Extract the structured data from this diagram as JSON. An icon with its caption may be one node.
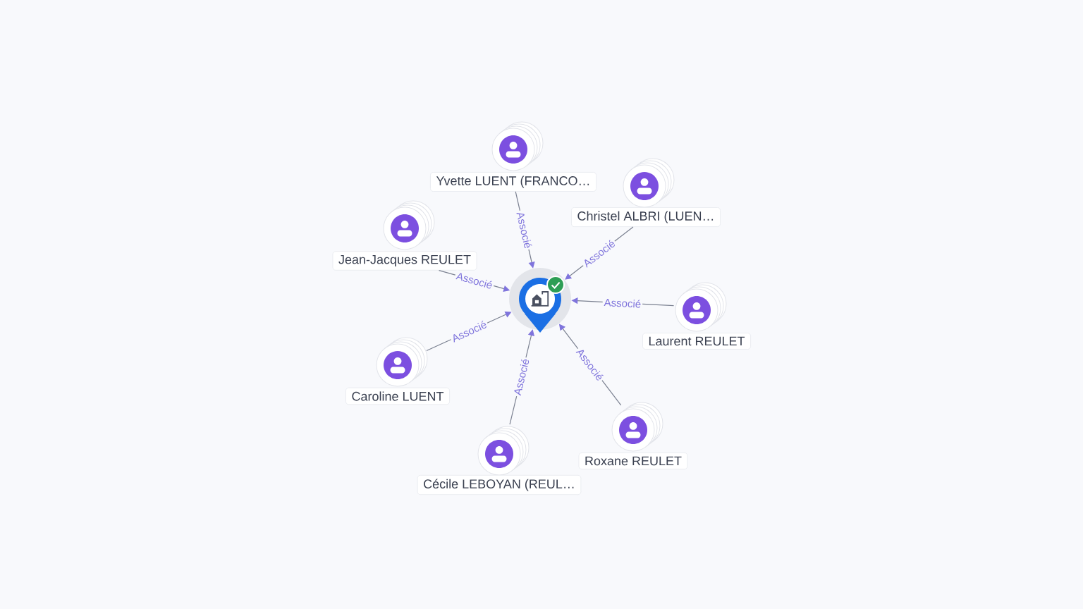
{
  "diagram": {
    "nodes": [
      {
        "text": [],
        "shape": "pin"
      },
      {
        "text": [
          "Yvette LUENT (FRANCO…"
        ]
      },
      {
        "text": [
          "Christel ALBRI (LUEN…"
        ]
      },
      {
        "text": [
          "Jean-Jacques REULET"
        ]
      },
      {
        "text": [
          "Laurent REULET"
        ]
      },
      {
        "text": [
          "Caroline LUENT"
        ]
      },
      {
        "text": [
          "Roxane REULET"
        ]
      },
      {
        "text": [
          "Cécile LEBOYAN (REUL…"
        ]
      }
    ],
    "edges": [
      {
        "from": 1,
        "to": 0,
        "arrow": "to",
        "label": "Associé"
      },
      {
        "from": 2,
        "to": 0,
        "arrow": "to",
        "label": "Associé"
      },
      {
        "from": 3,
        "to": 0,
        "arrow": "to",
        "label": "Associé"
      },
      {
        "from": 4,
        "to": 0,
        "arrow": "to",
        "label": "Associé"
      },
      {
        "from": 5,
        "to": 0,
        "arrow": "to",
        "label": "Associé"
      },
      {
        "from": 6,
        "to": 0,
        "arrow": "to",
        "label": "Associé"
      },
      {
        "from": 7,
        "to": 0,
        "arrow": "to",
        "label": "Associé"
      }
    ]
  }
}
